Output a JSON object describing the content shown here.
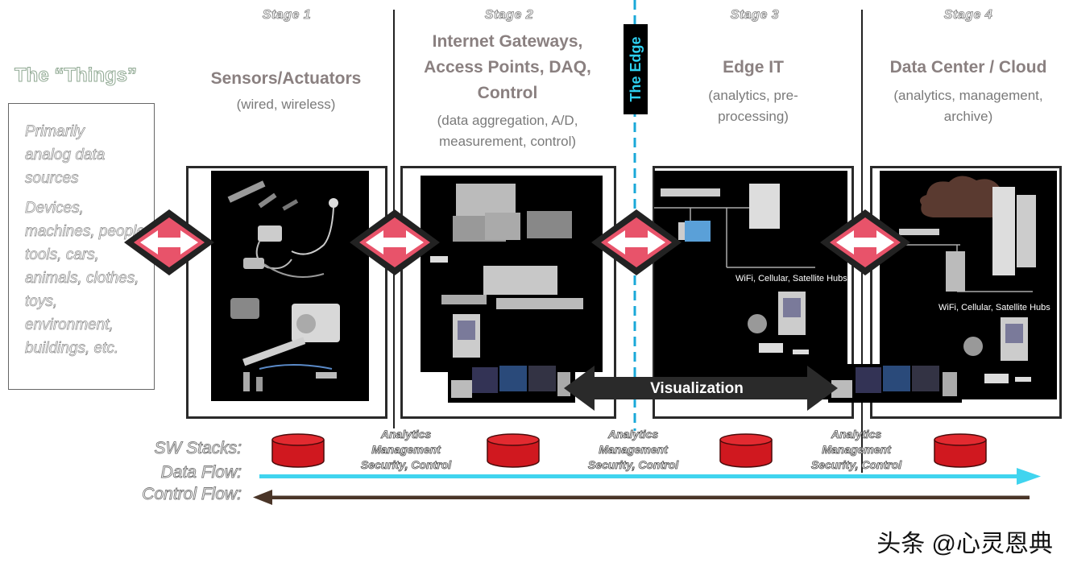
{
  "stages": [
    {
      "label": "Stage 1",
      "title": "Sensors/Actuators",
      "subtitle": "(wired, wireless)"
    },
    {
      "label": "Stage 2",
      "title": "Internet Gateways, Access Points, DAQ, Control",
      "subtitle": "(data aggregation, A/D, measurement, control)"
    },
    {
      "label": "Stage 3",
      "title": "Edge IT",
      "subtitle": "(analytics, pre-processing)"
    },
    {
      "label": "Stage 4",
      "title": "Data Center / Cloud",
      "subtitle": "(analytics, management, archive)"
    }
  ],
  "things": {
    "title": "The “Things”",
    "text1": "Primarily analog data sources",
    "text2": "Devices, machines, people, tools, cars, animals, clothes, toys, environment, buildings, etc."
  },
  "edge_label": "The Edge",
  "visualization_label": "Visualization",
  "hub_label": "WiFi, Cellular, Satellite Hubs",
  "sw_stack_text": "Analytics\nManagement\nSecurity, Control",
  "flows": {
    "sw_stacks": "SW Stacks:",
    "data_flow": "Data Flow:",
    "control_flow": "Control Flow:"
  },
  "watermark": "头条 @心灵恩典",
  "colors": {
    "data_flow": "#40d4ef",
    "control_flow": "#4a3528",
    "edge_line": "#1aa8d8",
    "arrow_diamond": "#e8536a",
    "stack_cylinder": "#d0181f"
  }
}
